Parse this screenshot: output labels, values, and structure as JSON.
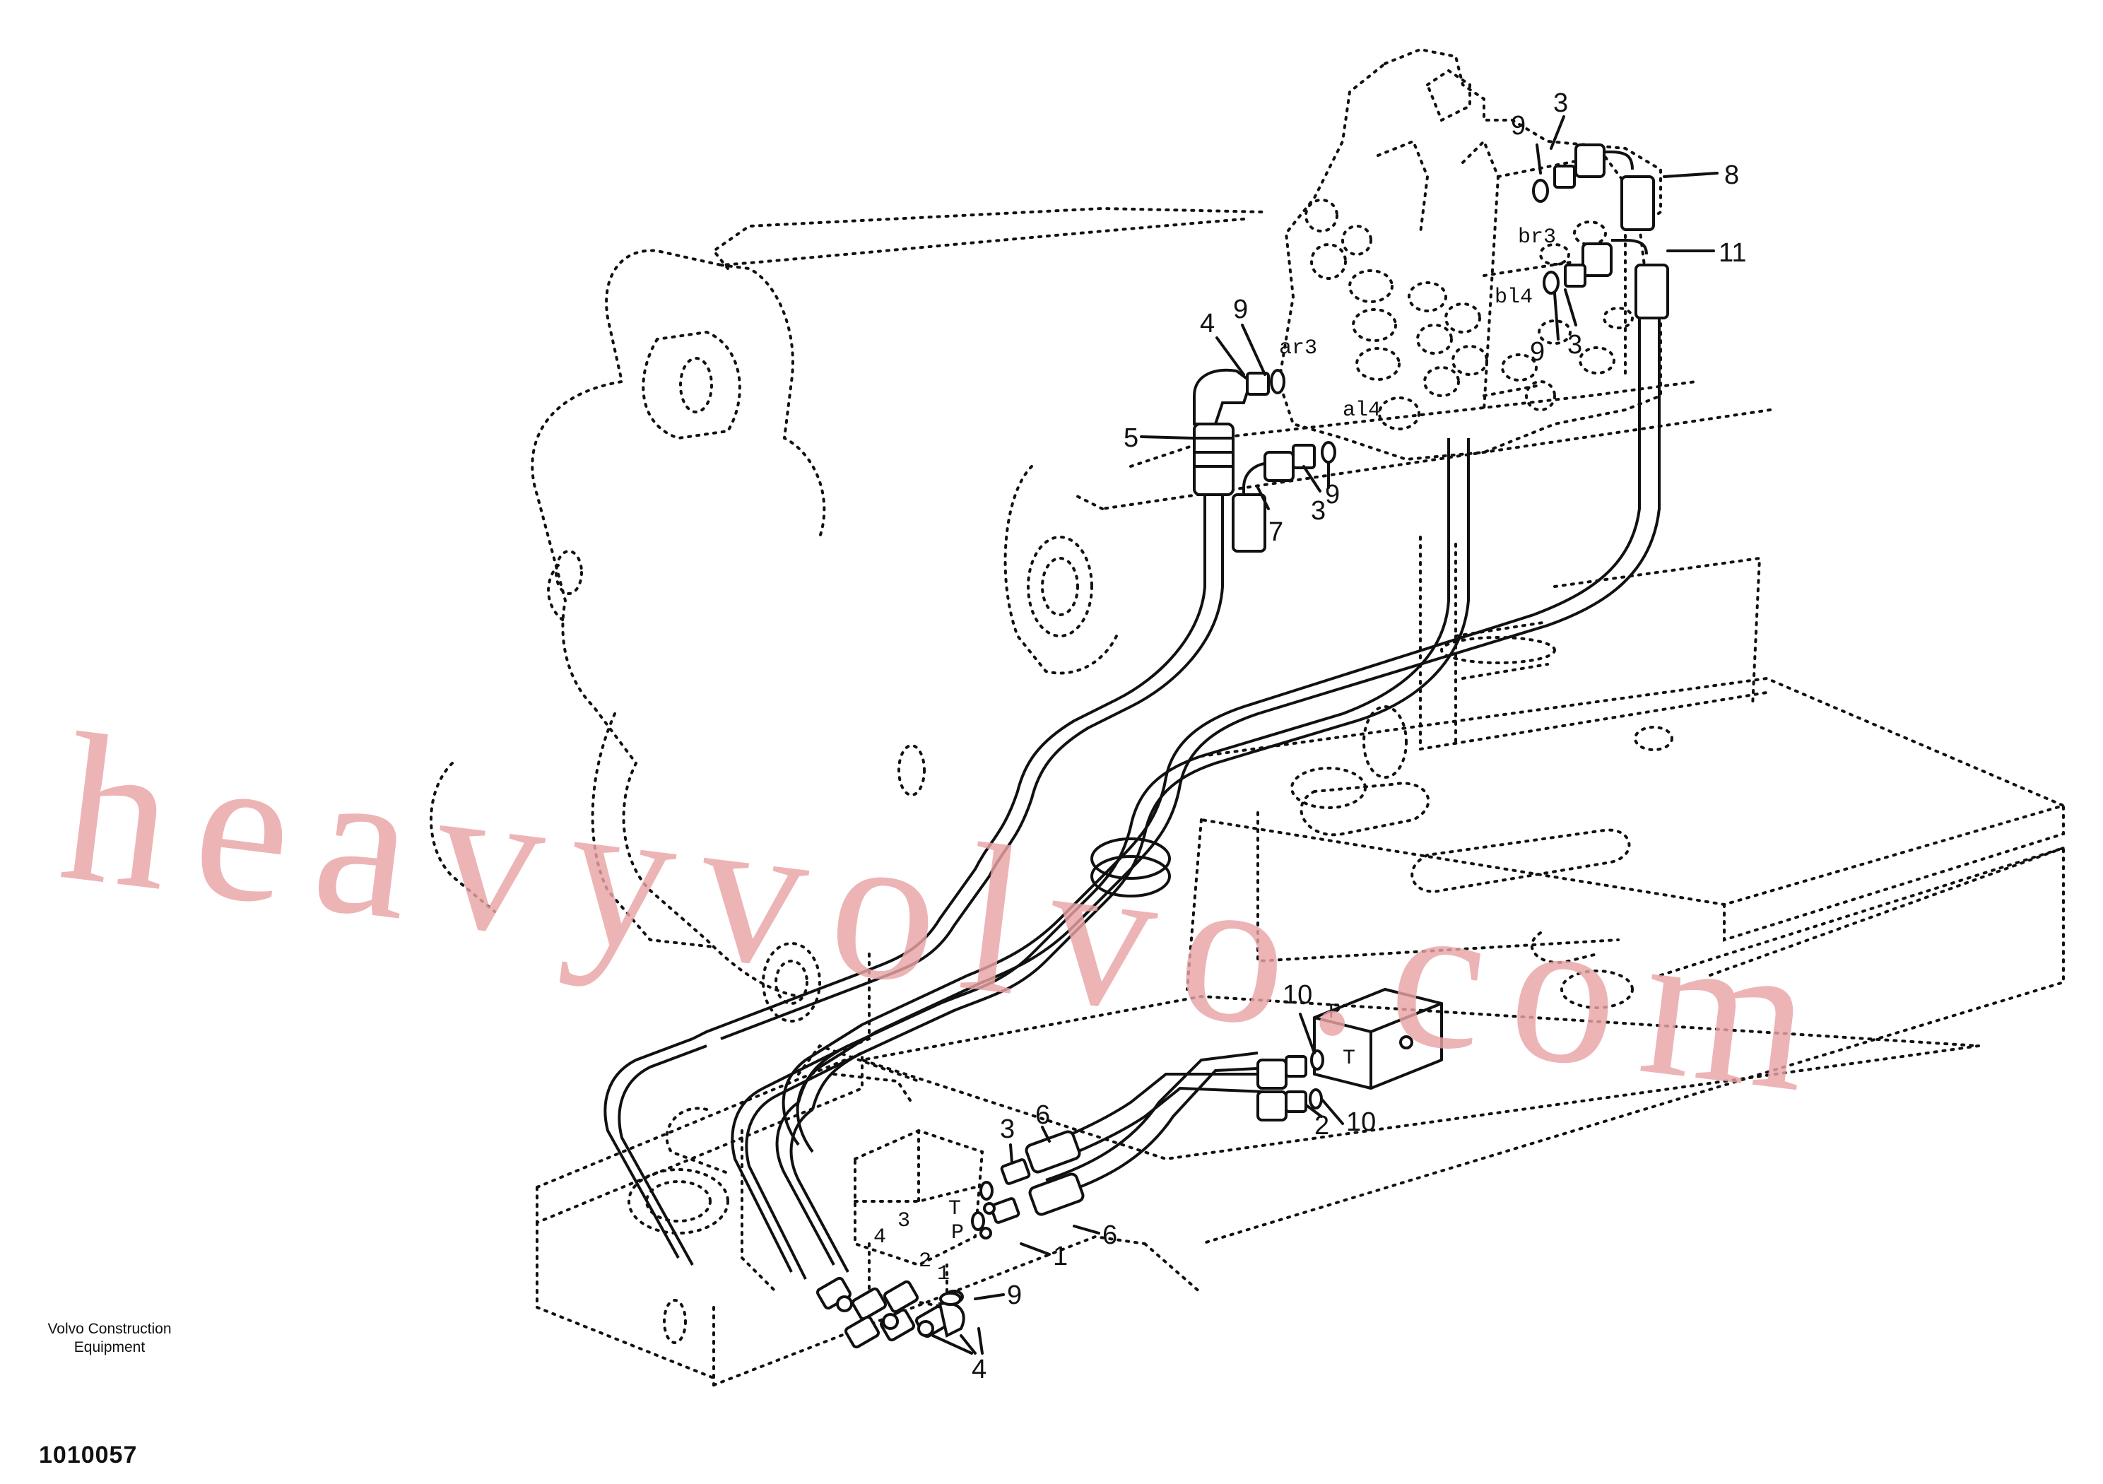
{
  "drawing": {
    "callouts": [
      {
        "id": "1",
        "label": "1"
      },
      {
        "id": "2",
        "label": "2"
      },
      {
        "id": "3a",
        "label": "3"
      },
      {
        "id": "3b",
        "label": "3"
      },
      {
        "id": "3c",
        "label": "3"
      },
      {
        "id": "3d",
        "label": "3"
      },
      {
        "id": "4a",
        "label": "4"
      },
      {
        "id": "4b",
        "label": "4"
      },
      {
        "id": "5",
        "label": "5"
      },
      {
        "id": "6a",
        "label": "6"
      },
      {
        "id": "6b",
        "label": "6"
      },
      {
        "id": "7",
        "label": "7"
      },
      {
        "id": "8",
        "label": "8"
      },
      {
        "id": "9a",
        "label": "9"
      },
      {
        "id": "9b",
        "label": "9"
      },
      {
        "id": "9c",
        "label": "9"
      },
      {
        "id": "9d",
        "label": "9"
      },
      {
        "id": "9e",
        "label": "9"
      },
      {
        "id": "10a",
        "label": "10"
      },
      {
        "id": "10b",
        "label": "10"
      },
      {
        "id": "11",
        "label": "11"
      }
    ],
    "port_labels": {
      "br3": "br3",
      "bl4": "bl4",
      "ar3": "ar3",
      "al4": "al4",
      "valve_p": "P",
      "valve_t": "T",
      "pedal_t": "T",
      "pedal_p": "P",
      "pedal_4": "4",
      "pedal_3": "3",
      "pedal_2": "2",
      "pedal_1": "1"
    }
  },
  "watermark": "heavyvolvo.com",
  "footer": {
    "company_line1": "Volvo Construction",
    "company_line2": "Equipment",
    "drawing_number": "1010057"
  }
}
